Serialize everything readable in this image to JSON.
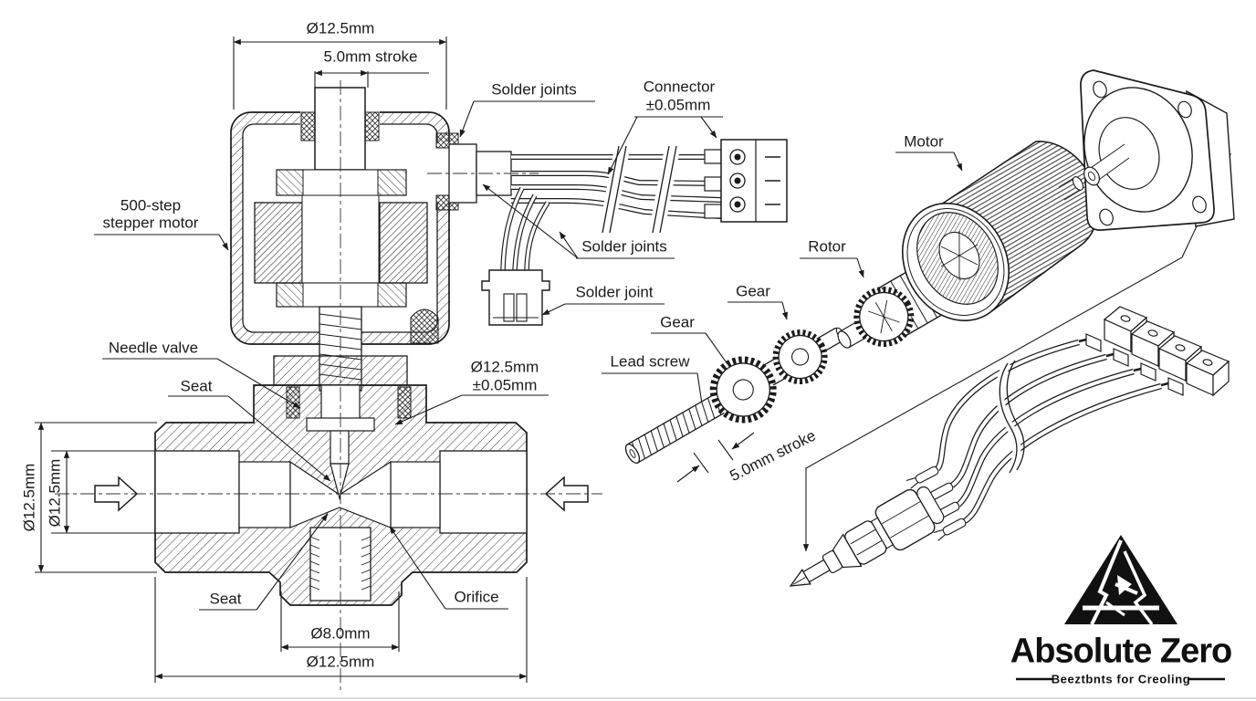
{
  "page": {
    "background": "#ffffff",
    "ink": "#1b1b1b"
  },
  "diagram": {
    "cross_section": {
      "dim_top": "Ø12.5mm",
      "dim_stroke": "5.0mm stroke",
      "solder_joints_top": "Solder joints",
      "connector": {
        "line1": "Connector",
        "line2": "±0.05mm"
      },
      "stepper": {
        "line1": "500-step",
        "line2": "stepper motor"
      },
      "needle_valve": "Needle valve",
      "seat_upper": "Seat",
      "dim_body": {
        "line1": "Ø12.5mm",
        "line2": "±0.05mm"
      },
      "dim_left_outer": "Ø12.5mm",
      "dim_left_inner": "Ø12.5mm",
      "seat_lower": "Seat",
      "orifice": "Orifice",
      "dim_orifice": "Ø8.0mm",
      "dim_bottom": "Ø12.5mm",
      "solder_joints_mid": "Solder joints",
      "solder_joint": "Solder joint"
    },
    "exploded": {
      "motor": "Motor",
      "rotor": "Rotor",
      "gear_upper": "Gear",
      "gear_lower": "Gear",
      "lead_screw": "Lead screw",
      "dim_stroke": "5.0mm stroke"
    }
  },
  "brand": {
    "name": "Absolute Zero",
    "tagline": "Beeztbnts for Creoling"
  }
}
